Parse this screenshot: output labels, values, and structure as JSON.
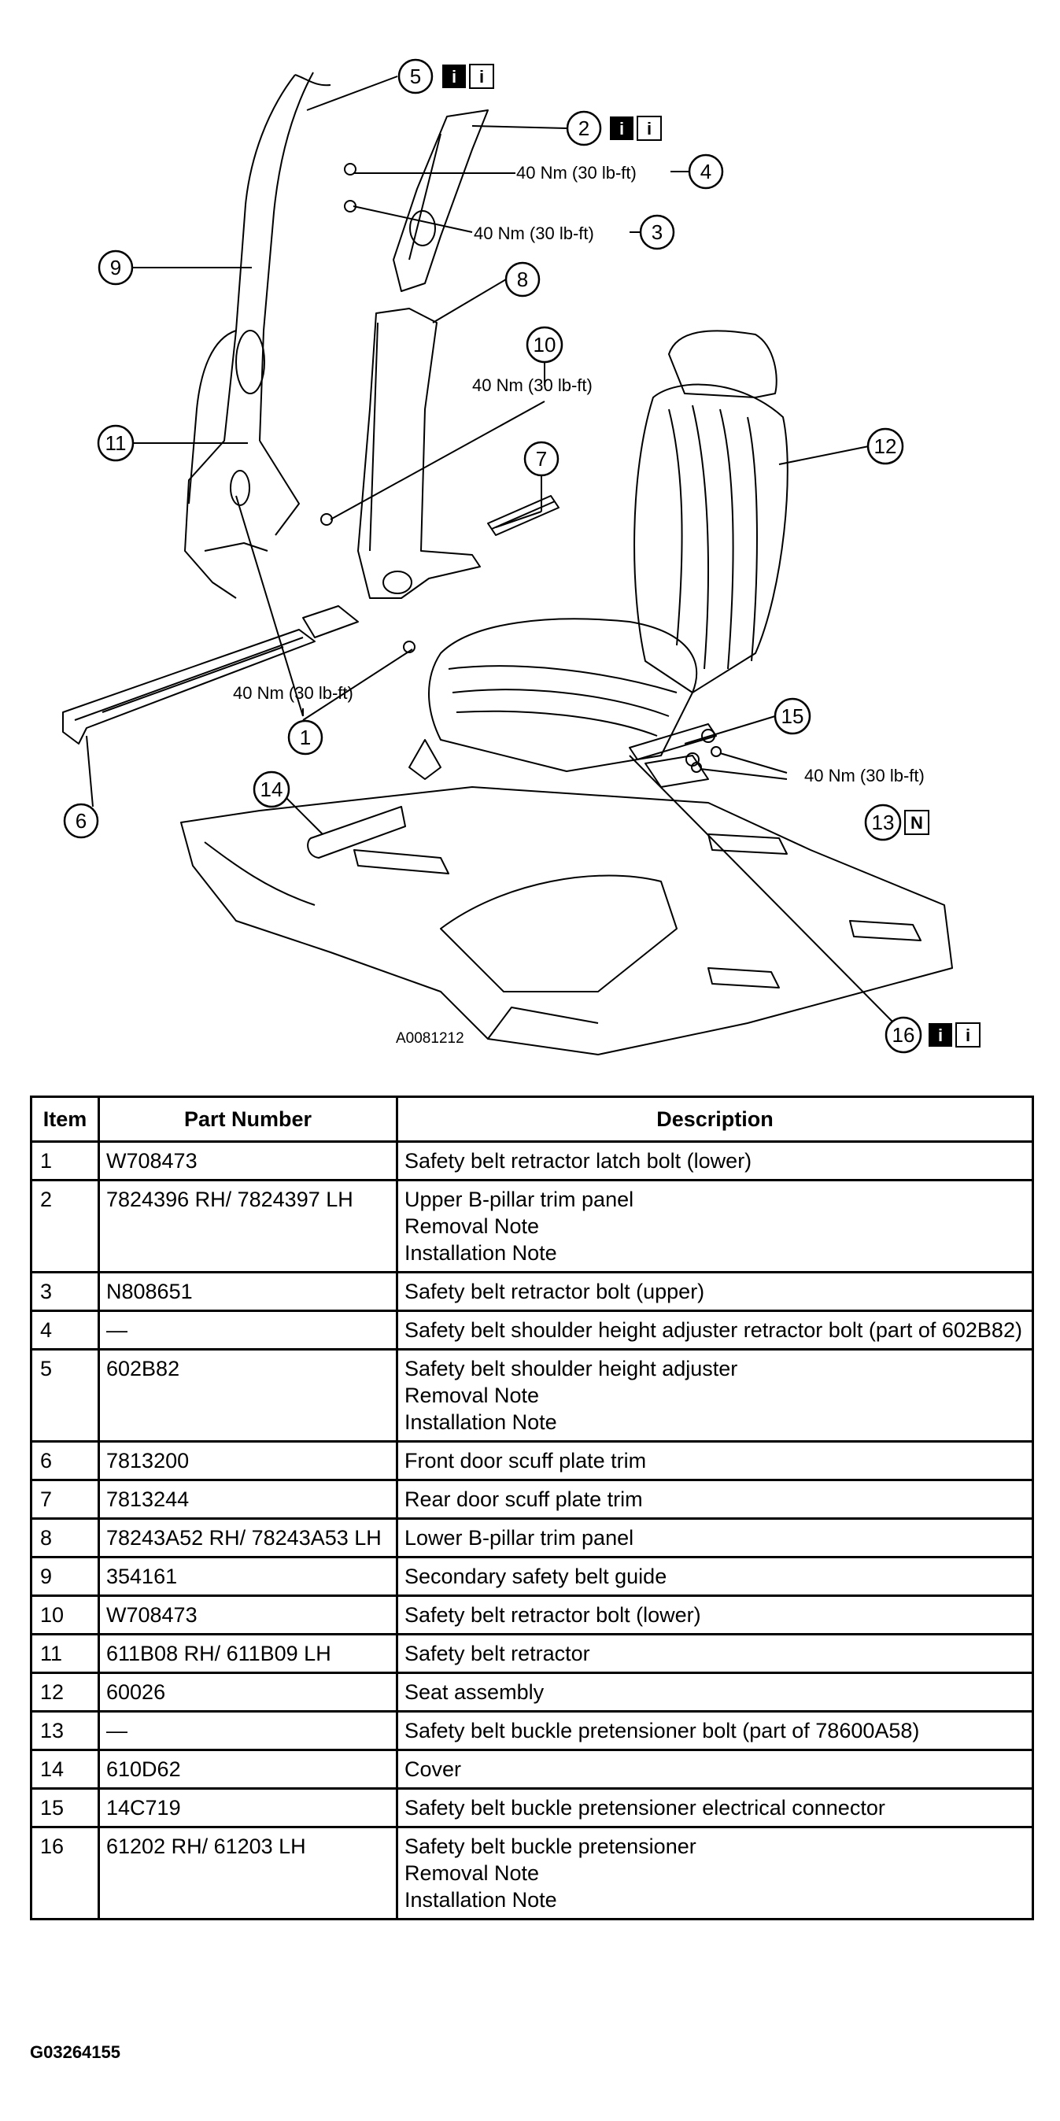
{
  "figure": {
    "id": "A0081212",
    "callouts": [
      "1",
      "2",
      "3",
      "4",
      "5",
      "6",
      "7",
      "8",
      "9",
      "10",
      "11",
      "12",
      "13",
      "14",
      "15",
      "16"
    ],
    "torque_label": "40 Nm (30 lb-ft)",
    "info_icon_letter": "i",
    "note_icon_letter": "N"
  },
  "table": {
    "headers": {
      "item": "Item",
      "part_number": "Part Number",
      "description": "Description"
    },
    "rows": [
      {
        "item": "1",
        "part": "W708473",
        "desc": [
          "Safety belt retractor latch bolt (lower)"
        ]
      },
      {
        "item": "2",
        "part": "7824396 RH/ 7824397 LH",
        "desc": [
          "Upper B-pillar trim panel",
          "Removal Note",
          "Installation Note"
        ]
      },
      {
        "item": "3",
        "part": "N808651",
        "desc": [
          "Safety belt retractor bolt (upper)"
        ]
      },
      {
        "item": "4",
        "part": "—",
        "desc": [
          "Safety belt shoulder height adjuster retractor bolt (part of 602B82)"
        ]
      },
      {
        "item": "5",
        "part": "602B82",
        "desc": [
          "Safety belt shoulder height adjuster",
          "Removal Note",
          "Installation Note"
        ]
      },
      {
        "item": "6",
        "part": "7813200",
        "desc": [
          "Front door scuff plate trim"
        ]
      },
      {
        "item": "7",
        "part": "7813244",
        "desc": [
          "Rear door scuff plate trim"
        ]
      },
      {
        "item": "8",
        "part": "78243A52 RH/ 78243A53 LH",
        "desc": [
          "Lower B-pillar trim panel"
        ]
      },
      {
        "item": "9",
        "part": "354161",
        "desc": [
          "Secondary safety belt guide"
        ]
      },
      {
        "item": "10",
        "part": "W708473",
        "desc": [
          "Safety belt retractor bolt (lower)"
        ]
      },
      {
        "item": "11",
        "part": "611B08 RH/ 611B09 LH",
        "desc": [
          "Safety belt retractor"
        ]
      },
      {
        "item": "12",
        "part": "60026",
        "desc": [
          "Seat assembly"
        ]
      },
      {
        "item": "13",
        "part": "—",
        "desc": [
          "Safety belt buckle pretensioner bolt (part of 78600A58)"
        ]
      },
      {
        "item": "14",
        "part": "610D62",
        "desc": [
          "Cover"
        ]
      },
      {
        "item": "15",
        "part": "14C719",
        "desc": [
          "Safety belt buckle pretensioner electrical connector"
        ]
      },
      {
        "item": "16",
        "part": "61202 RH/ 61203 LH",
        "desc": [
          "Safety belt buckle pretensioner",
          "Removal Note",
          "Installation Note"
        ]
      }
    ]
  },
  "footer": {
    "id": "G03264155"
  }
}
